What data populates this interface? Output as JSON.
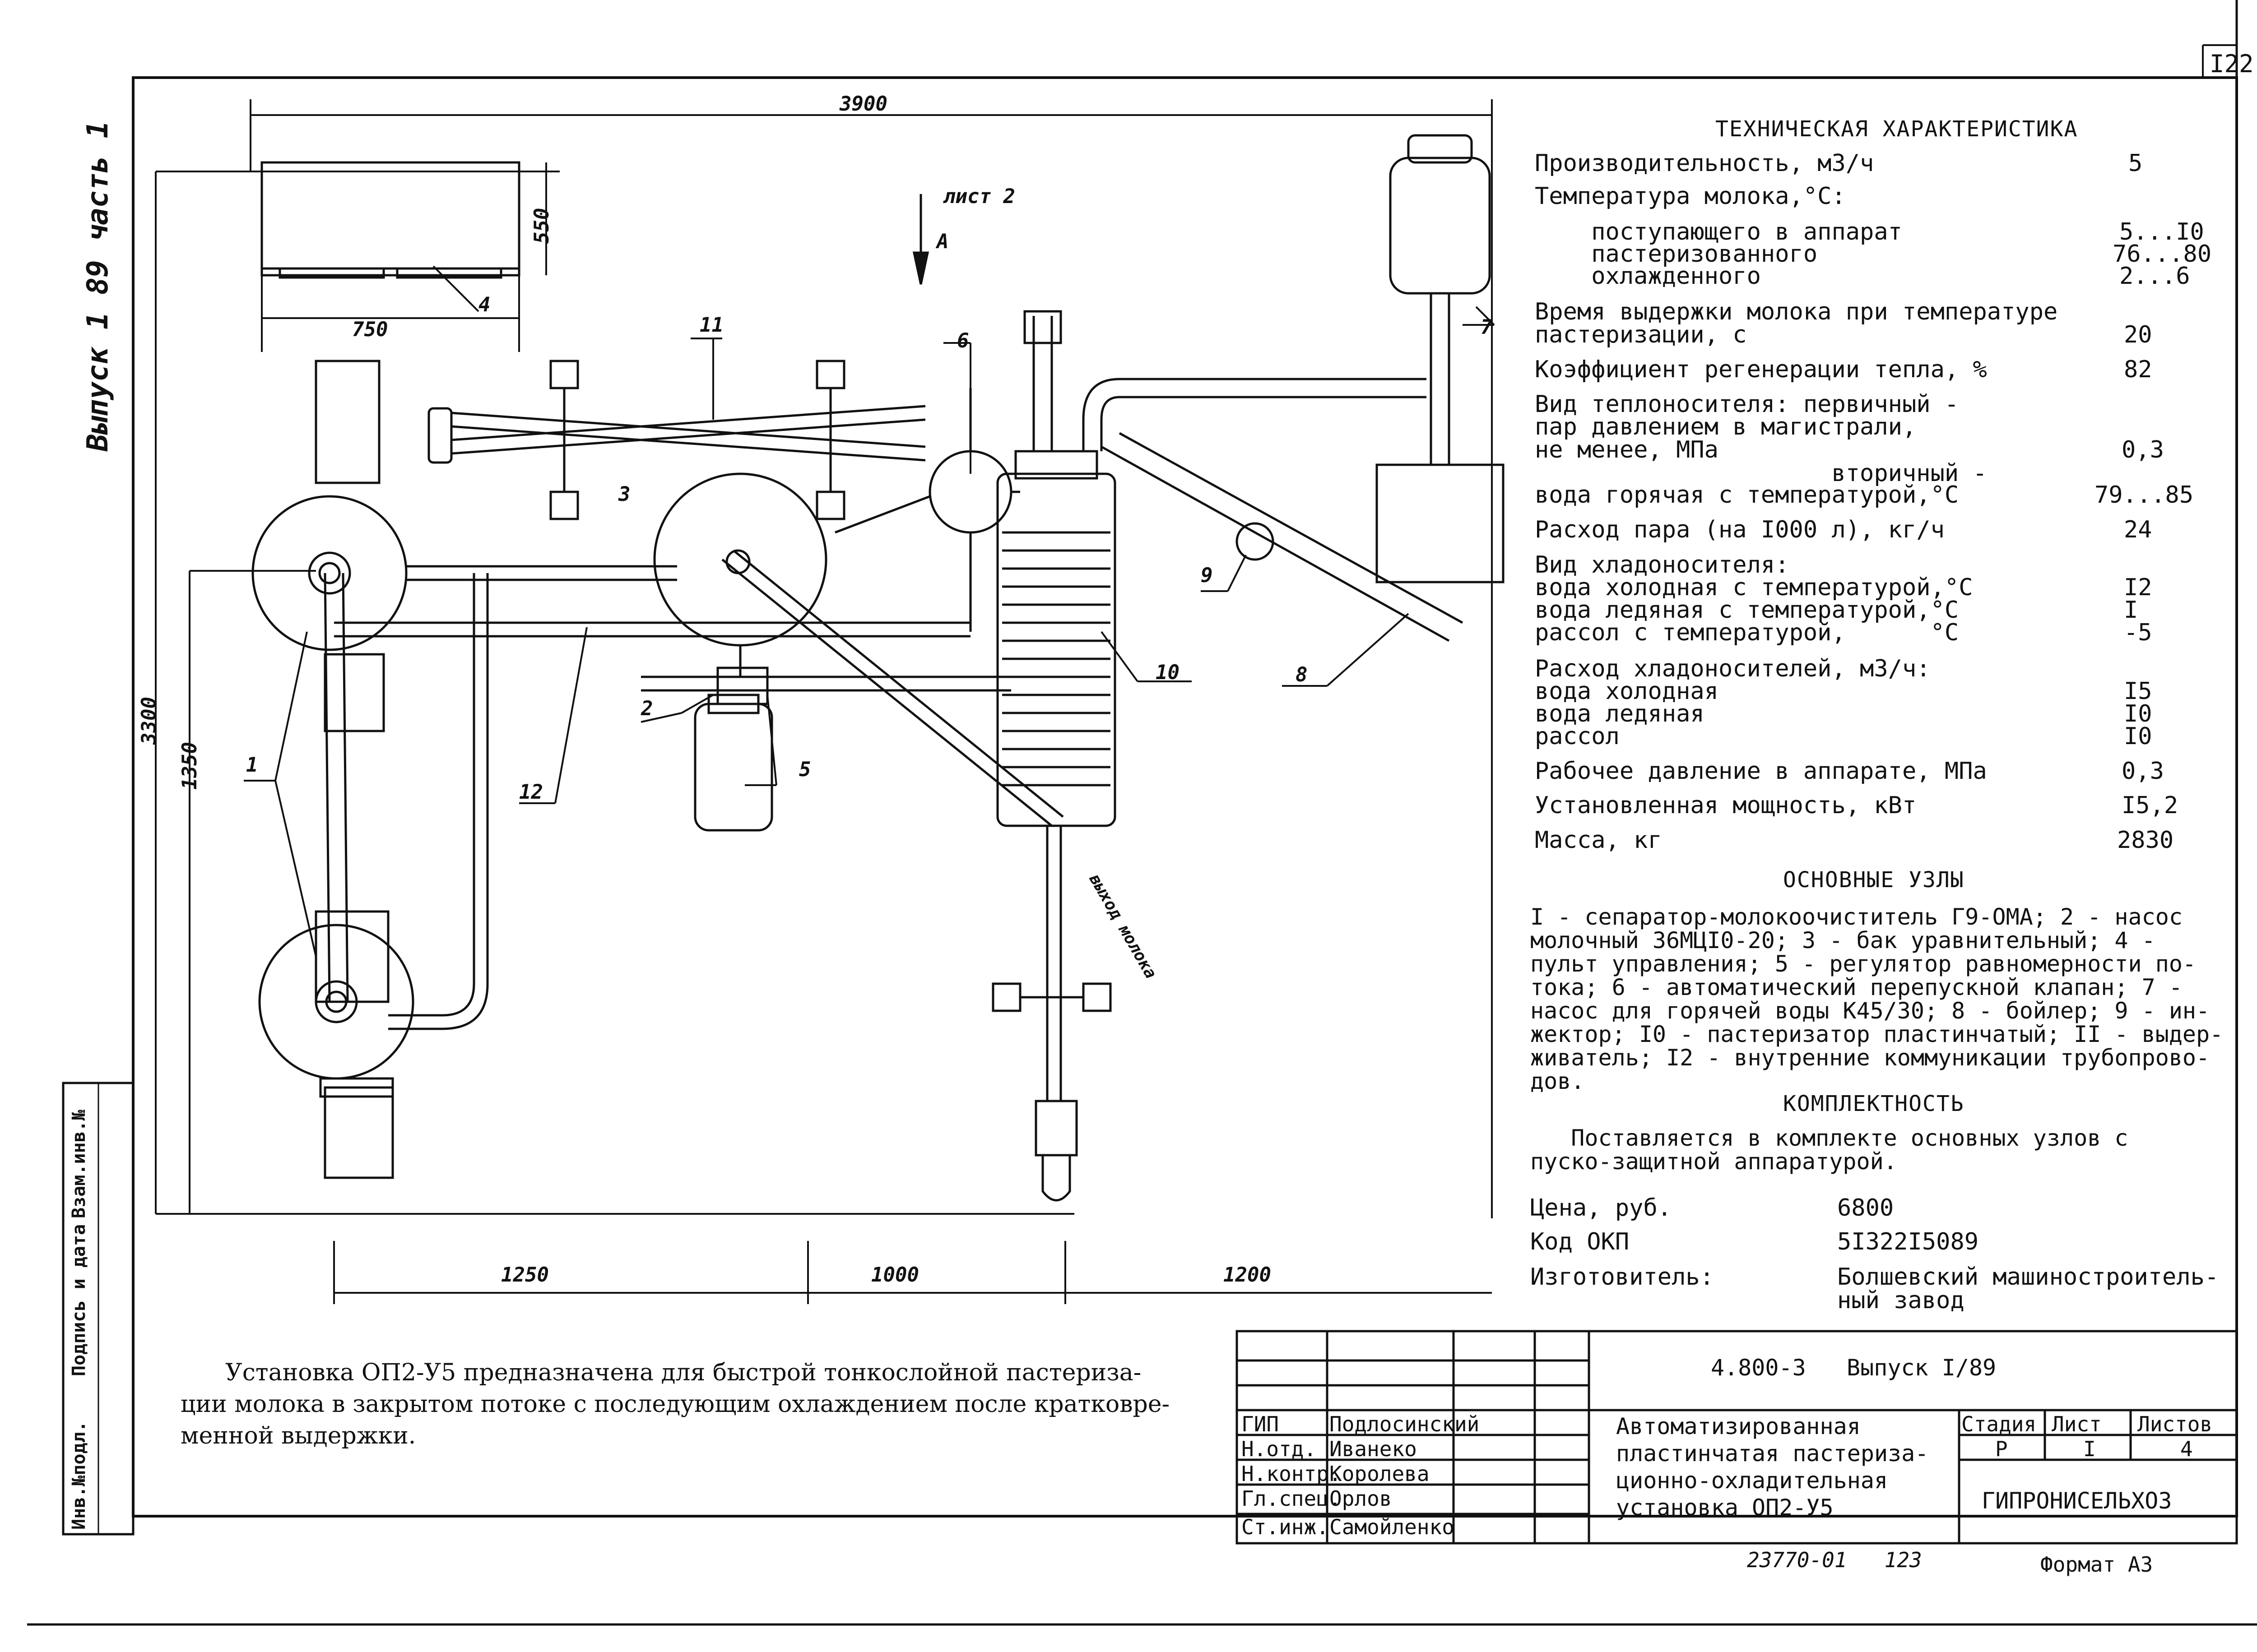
{
  "sheet_number": "I22",
  "side_label": "Выпуск 1 89 часть 1",
  "side_stamp": [
    "Инв.№подл.",
    "Подпись и дата",
    "Взам.инв.№"
  ],
  "dimensions": {
    "top_width": "3900",
    "panel_height": "550",
    "panel_width": "750",
    "total_height": "3300",
    "lower_height": "1350",
    "bottom_left": "1250",
    "bottom_mid": "1000",
    "bottom_right": "1200"
  },
  "view_note": {
    "sheet": "лист 2",
    "view": "А"
  },
  "callouts": [
    "1",
    "2",
    "3",
    "4",
    "5",
    "6",
    "7",
    "8",
    "9",
    "10",
    "11",
    "12"
  ],
  "outlet_label": "выход молока",
  "tech": {
    "title": "ТЕХНИЧЕСКАЯ ХАРАКТЕРИСТИКА",
    "rows": [
      {
        "label": "Производительность, м3/ч",
        "value": "5"
      },
      {
        "label": "Температура молока,°С:",
        "value": ""
      },
      {
        "label": "    поступающего в аппарат",
        "value": "5...I0"
      },
      {
        "label": "    пастеризованного",
        "value": "76...80"
      },
      {
        "label": "    охлажденного",
        "value": "2...6"
      },
      {
        "label": "Время выдержки молока при температуре",
        "value": ""
      },
      {
        "label": "пастеризации, с",
        "value": "20"
      },
      {
        "label": "Коэффициент регенерации тепла, %",
        "value": "82"
      },
      {
        "label": "Вид теплоносителя: первичный -",
        "value": ""
      },
      {
        "label": "пар давлением в магистрали,",
        "value": ""
      },
      {
        "label": "не менее, МПа",
        "value": "0,3"
      },
      {
        "label": "                     вторичный -",
        "value": ""
      },
      {
        "label": "вода горячая с температурой,°С",
        "value": "79...85"
      },
      {
        "label": "Расход пара (на I000 л), кг/ч",
        "value": "24"
      },
      {
        "label": "Вид хладоносителя:",
        "value": ""
      },
      {
        "label": "вода холодная с температурой,°С",
        "value": "I2"
      },
      {
        "label": "вода ледяная с температурой,°С",
        "value": "I"
      },
      {
        "label": "рассол с температурой,      °С",
        "value": "-5"
      },
      {
        "label": "Расход хладоносителей, м3/ч:",
        "value": ""
      },
      {
        "label": "вода холодная",
        "value": "I5"
      },
      {
        "label": "вода ледяная",
        "value": "I0"
      },
      {
        "label": "рассол",
        "value": "I0"
      },
      {
        "label": "Рабочее давление в аппарате, МПа",
        "value": "0,3"
      },
      {
        "label": "Установленная мощность, кВт",
        "value": "I5,2"
      },
      {
        "label": "Масса, кг",
        "value": "2830"
      }
    ]
  },
  "units": {
    "title": "ОСНОВНЫЕ УЗЛЫ",
    "lines": [
      "I - сепаратор-молокоочиститель Г9-ОМА; 2 - насос",
      "молочный 36МЦI0-20; 3 - бак уравнительный; 4 -",
      "пульт управления; 5 - регулятор равномерности по-",
      "тока; 6 - автоматический перепускной клапан; 7 -",
      "насос для горячей воды К45/30; 8 - бойлер; 9 - ин-",
      "жектор; I0 - пастеризатор пластинчатый; II - выдер-",
      "живатель; I2 - внутренние коммуникации трубопрово-",
      "дов."
    ]
  },
  "completeness": {
    "title": "КОМПЛЕКТНОСТЬ",
    "lines": [
      "   Поставляется в комплекте основных узлов с",
      "пуско-защитной аппаратурой."
    ]
  },
  "commercial": [
    {
      "label": "Цена, руб.",
      "value": "6800"
    },
    {
      "label": "Код ОКП",
      "value": "5I322I5089"
    },
    {
      "label": "Изготовитель:",
      "value": "Болшевский машиностроитель-"
    },
    {
      "label": "",
      "value": "ный завод"
    }
  ],
  "description": [
    "      Установка ОП2-У5 предназначена для быстрой тонкослойной пастериза-",
    "ции молока в закрытом потоке с последующим охлаждением после кратковре-",
    "менной выдержки."
  ],
  "title_block": {
    "doc_code": "4.800-3   Выпуск I/89",
    "roles": [
      {
        "role": "ГИП",
        "name": "Подлосинский"
      },
      {
        "role": "Н.отд.",
        "name": "Иванеко"
      },
      {
        "role": "Н.контр.",
        "name": "Королева"
      },
      {
        "role": "Гл.спец.",
        "name": "Орлов"
      },
      {
        "role": "Ст.инж.",
        "name": "Самойленко"
      }
    ],
    "drawing_title": [
      "Автоматизированная",
      "пластинчатая пастериза-",
      "ционно-охладительная",
      "установка ОП2-У5"
    ],
    "stage_header": "Стадия",
    "sheet_header": "Лист",
    "sheets_header": "Листов",
    "stage": "Р",
    "sheet": "I",
    "sheets": "4",
    "organization": "ГИПРОНИСЕЛЬХОЗ",
    "inventory": "23770-01   123",
    "format": "Формат А3"
  }
}
